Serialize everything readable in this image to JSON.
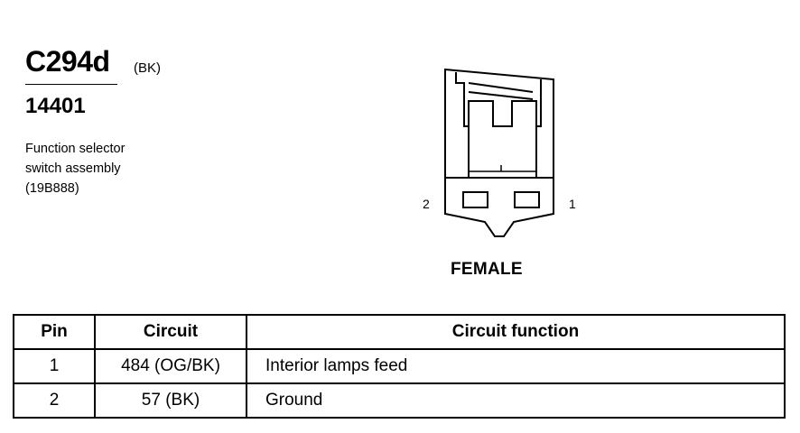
{
  "connector": {
    "id": "C294d",
    "color": "(BK)",
    "part_number": "14401",
    "description": [
      "Function selector",
      "switch assembly",
      "(19B888)"
    ]
  },
  "diagram": {
    "pin_left": "2",
    "pin_right": "1",
    "gender": "FEMALE"
  },
  "table": {
    "headers": [
      "Pin",
      "Circuit",
      "Circuit function"
    ],
    "rows": [
      [
        "1",
        "484 (OG/BK)",
        "Interior lamps feed"
      ],
      [
        "2",
        "57 (BK)",
        "Ground"
      ]
    ]
  }
}
